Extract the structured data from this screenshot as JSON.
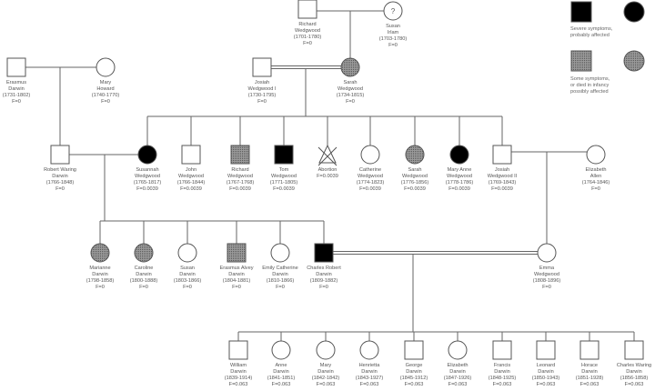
{
  "colors": {
    "severe": "#000000",
    "some": "#8a8a8a",
    "unaffected": "#ffffff",
    "line": "#666666"
  },
  "legend": {
    "severe": {
      "lines": [
        "Severe symptoms,",
        "probably affected"
      ]
    },
    "some": {
      "lines": [
        "Some symptoms,",
        "or died in infancy",
        "possibly affected"
      ]
    }
  },
  "people": [
    {
      "id": "richard-wedgwood-1701",
      "sex": "male",
      "status": "unaffected",
      "name": [
        "Richard",
        "Wedgwood"
      ],
      "dates": "(1701-1780)",
      "f": "F=0"
    },
    {
      "id": "susan-irlam",
      "sex": "female",
      "status": "unknown",
      "mark": "?",
      "name": [
        "Susan",
        "Irlam"
      ],
      "dates": "(1703-1780)",
      "f": "F=0"
    },
    {
      "id": "erasmus-darwin",
      "sex": "male",
      "status": "unaffected",
      "name": [
        "Erasmus",
        "Darwin"
      ],
      "dates": "(1731-1802)",
      "f": "F=0"
    },
    {
      "id": "mary-howard",
      "sex": "female",
      "status": "unaffected",
      "name": [
        "Mary",
        "Howard"
      ],
      "dates": "(1740-1770)",
      "f": "F=0"
    },
    {
      "id": "josiah-wedgwood-i",
      "sex": "male",
      "status": "unaffected",
      "name": [
        "Josiah",
        "Wedgwood I"
      ],
      "dates": "(1730-1795)",
      "f": "F=0"
    },
    {
      "id": "sarah-wedgwood-1734",
      "sex": "female",
      "status": "some",
      "name": [
        "Sarah",
        "Wedgwood"
      ],
      "dates": "(1734-1815)",
      "f": "F=0"
    },
    {
      "id": "robert-waring-darwin",
      "sex": "male",
      "status": "unaffected",
      "name": [
        "Robert Waring",
        "Darwin"
      ],
      "dates": "(1766-1848)",
      "f": "F=0"
    },
    {
      "id": "susannah-wedgwood",
      "sex": "female",
      "status": "severe",
      "name": [
        "Susannah",
        "Wedgwood"
      ],
      "dates": "(1765-1817)",
      "f": "F=0.0039"
    },
    {
      "id": "john-wedgwood",
      "sex": "male",
      "status": "unaffected",
      "name": [
        "John",
        "Wedgwood"
      ],
      "dates": "(1766-1844)",
      "f": "F=0.0039"
    },
    {
      "id": "richard-wedgwood-1767",
      "sex": "male",
      "status": "some",
      "name": [
        "Richard",
        "Wedgwood"
      ],
      "dates": "(1767-1768)",
      "f": "F=0.0039"
    },
    {
      "id": "tom-wedgwood",
      "sex": "male",
      "status": "severe",
      "name": [
        "Tom",
        "Wedgwood"
      ],
      "dates": "(1771-1805)",
      "f": "F=0.0039"
    },
    {
      "id": "abortion",
      "sex": "abortion",
      "status": "unaffected",
      "name": [
        "Abortion"
      ],
      "dates": "",
      "f": "F=0.0039"
    },
    {
      "id": "catherine-wedgwood",
      "sex": "female",
      "status": "unaffected",
      "name": [
        "Catherine",
        "Wedgwood"
      ],
      "dates": "(1774-1823)",
      "f": "F=0.0039"
    },
    {
      "id": "sarah-wedgwood-1776",
      "sex": "female",
      "status": "some",
      "name": [
        "Sarah",
        "Wedgwood"
      ],
      "dates": "(1776-1856)",
      "f": "F=0.0039"
    },
    {
      "id": "mary-anne-wedgwood",
      "sex": "female",
      "status": "severe",
      "name": [
        "Mary Anne",
        "Wedgwood"
      ],
      "dates": "(1778-1786)",
      "f": "F=0.0039"
    },
    {
      "id": "josiah-wedgwood-ii",
      "sex": "male",
      "status": "unaffected",
      "name": [
        "Josiah",
        "Wedgwood II"
      ],
      "dates": "(1769-1843)",
      "f": "F=0.0039"
    },
    {
      "id": "elizabeth-allen",
      "sex": "female",
      "status": "unaffected",
      "name": [
        "Elizabeth",
        "Allen"
      ],
      "dates": "(1764-1846)",
      "f": "F=0"
    },
    {
      "id": "marianne-darwin",
      "sex": "female",
      "status": "some",
      "name": [
        "Marianne",
        "Darwin"
      ],
      "dates": "(1798-1858)",
      "f": "F=0"
    },
    {
      "id": "caroline-darwin",
      "sex": "female",
      "status": "some",
      "name": [
        "Caroline",
        "Darwin"
      ],
      "dates": "(1800-1888)",
      "f": "F=0"
    },
    {
      "id": "susan-darwin",
      "sex": "female",
      "status": "unaffected",
      "name": [
        "Susan",
        "Darwin"
      ],
      "dates": "(1803-1866)",
      "f": "F=0"
    },
    {
      "id": "erasmus-alvey-darwin",
      "sex": "male",
      "status": "some",
      "name": [
        "Erasmus Alvey",
        "Darwin"
      ],
      "dates": "(1804-1881)",
      "f": "F=0"
    },
    {
      "id": "emily-catherine-darwin",
      "sex": "female",
      "status": "unaffected",
      "name": [
        "Emily Catherine",
        "Darwin"
      ],
      "dates": "(1810-1866)",
      "f": "F=0"
    },
    {
      "id": "charles-robert-darwin",
      "sex": "male",
      "status": "severe",
      "name": [
        "Charles Robert",
        "Darwin"
      ],
      "dates": "(1809-1882)",
      "f": "F=0"
    },
    {
      "id": "emma-wedgwood",
      "sex": "female",
      "status": "unaffected",
      "name": [
        "Emma",
        "Wedgwood"
      ],
      "dates": "(1808-1896)",
      "f": "F=0"
    },
    {
      "id": "william-darwin",
      "sex": "male",
      "status": "unaffected",
      "name": [
        "William",
        "Darwin"
      ],
      "dates": "(1839-1914)",
      "f": "F=0.063"
    },
    {
      "id": "anne-darwin",
      "sex": "female",
      "status": "unaffected",
      "name": [
        "Anne",
        "Darwin"
      ],
      "dates": "(1841-1851)",
      "f": "F=0.063"
    },
    {
      "id": "mary-darwin",
      "sex": "female",
      "status": "unaffected",
      "name": [
        "Mary",
        "Darwin"
      ],
      "dates": "(1842-1842)",
      "f": "F=0.063"
    },
    {
      "id": "henrietta-darwin",
      "sex": "female",
      "status": "unaffected",
      "name": [
        "Henrietta",
        "Darwin"
      ],
      "dates": "(1843-1927)",
      "f": "F=0.063"
    },
    {
      "id": "george-darwin",
      "sex": "male",
      "status": "unaffected",
      "name": [
        "George",
        "Darwin"
      ],
      "dates": "(1845-1912)",
      "f": "F=0.063"
    },
    {
      "id": "elizabeth-darwin",
      "sex": "female",
      "status": "unaffected",
      "name": [
        "Elizabeth",
        "Darwin"
      ],
      "dates": "(1847-1926)",
      "f": "F=0.063"
    },
    {
      "id": "francis-darwin",
      "sex": "male",
      "status": "unaffected",
      "name": [
        "Francis",
        "Darwin"
      ],
      "dates": "(1848-1925)",
      "f": "F=0.063"
    },
    {
      "id": "leonard-darwin",
      "sex": "male",
      "status": "unaffected",
      "name": [
        "Leonard",
        "Darwin"
      ],
      "dates": "(1850-1943)",
      "f": "F=0.063"
    },
    {
      "id": "horace-darwin",
      "sex": "male",
      "status": "unaffected",
      "name": [
        "Horace",
        "Darwin"
      ],
      "dates": "(1851-1928)",
      "f": "F=0.063"
    },
    {
      "id": "charles-waring-darwin",
      "sex": "male",
      "status": "unaffected",
      "name": [
        "Charles Waring",
        "Darwin"
      ],
      "dates": "(1856-1858)",
      "f": "F=0.063"
    }
  ]
}
